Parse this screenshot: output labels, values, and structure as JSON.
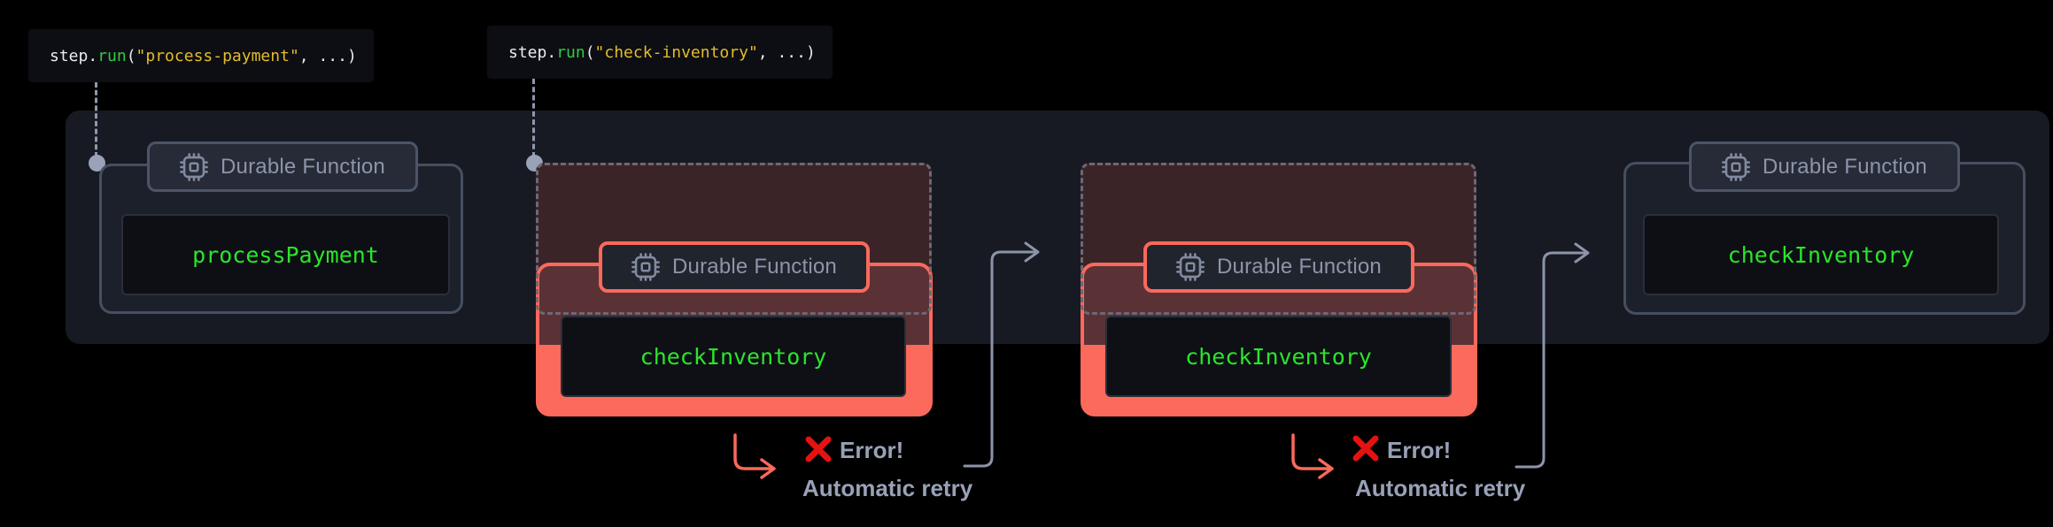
{
  "diagram_title": "durable-function-retry-flow",
  "code_labels": [
    {
      "kw": "step.",
      "fn": "run",
      "open": "(",
      "str": "\"process-payment\"",
      "rest": ", ...)"
    },
    {
      "kw": "step.",
      "fn": "run",
      "open": "(",
      "str": "\"check-inventory\"",
      "rest": ", ...)"
    }
  ],
  "groups": [
    {
      "badge": "Durable Function",
      "fn": "processPayment",
      "state": "success"
    },
    {
      "badge": "Durable Function",
      "fn": "checkInventory",
      "state": "error"
    },
    {
      "badge": "Durable Function",
      "fn": "checkInventory",
      "state": "error"
    },
    {
      "badge": "Durable Function",
      "fn": "checkInventory",
      "state": "success"
    }
  ],
  "errors": [
    {
      "label": "Error!",
      "retry": "Automatic retry"
    },
    {
      "label": "Error!",
      "retry": "Automatic retry"
    }
  ],
  "icons": {
    "chip": "chip-icon",
    "error": "x-mark-icon",
    "arrow": "arrow-right-icon"
  },
  "colors": {
    "page_background": "#000000",
    "panel_background": "#171a22",
    "salmon_accent": "#fb695b",
    "code_green": "#2be52b",
    "string_yellow": "#e5bb2d",
    "muted_text": "#99a1b7",
    "error_red": "#e51212",
    "connector_gray": "#8d94a9"
  }
}
